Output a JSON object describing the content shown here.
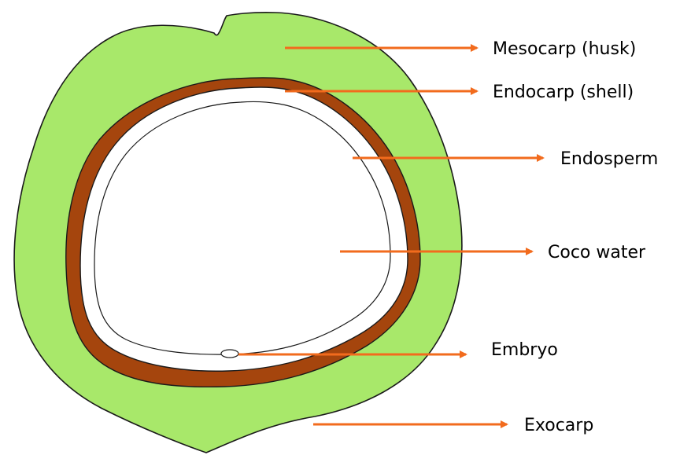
{
  "colors": {
    "mesocarp": "#a8e86a",
    "endocarp": "#a5450d",
    "outline": "#1a1a1a",
    "arrow": "#f26b1d",
    "background": "#ffffff"
  },
  "labels": {
    "mesocarp": "Mesocarp (husk)",
    "endocarp": "Endocarp (shell)",
    "endosperm": "Endosperm",
    "coco_water": "Coco water",
    "embryo": "Embryo",
    "exocarp": "Exocarp"
  }
}
